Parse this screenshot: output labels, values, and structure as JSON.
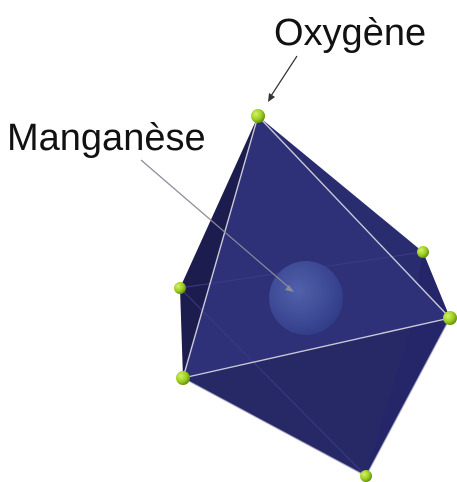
{
  "labels": {
    "oxygen": "Oxygène",
    "manganese": "Manganèse"
  },
  "colors": {
    "octahedron_face": "#2a2b6e",
    "octahedron_dark_face": "#1d1d52",
    "octahedron_light_face": "#2e3078",
    "edge_highlight": "#c9c9d8",
    "oxygen_atom": "#9acd1e",
    "manganese_atom": "#3d4a9a",
    "pointer_line": "#555555"
  },
  "atoms": {
    "oxygen": {
      "name": "oxygen-atom",
      "count": 6
    },
    "manganese": {
      "name": "manganese-atom",
      "count": 1
    }
  }
}
